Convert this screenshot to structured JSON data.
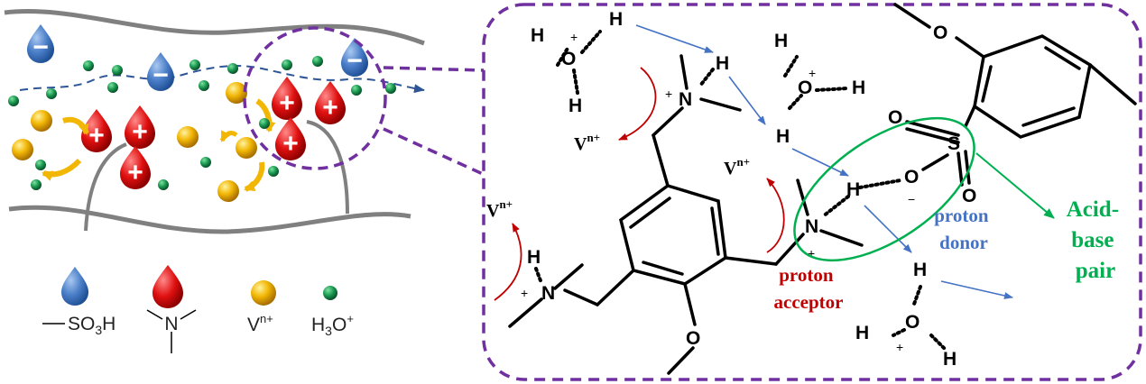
{
  "colors": {
    "sulfonic": "#4472c4",
    "ammonium": "#e00000",
    "vanadium": "#f0b400",
    "hydronium": "#1a9850",
    "flow_arrow": "#4472c4",
    "highlight": "#7030a0",
    "acid_base": "#00b050",
    "acceptor": "#c00000"
  },
  "channel": {
    "minus_sign": "−",
    "plus_sign": "+"
  },
  "legend": {
    "sulfonic_acid_label": "SO",
    "sulfonic_acid_sub": "3",
    "sulfonic_acid_tail": "H",
    "ammonium_label": "N",
    "vanadium_label": "V",
    "vanadium_sup": "n+",
    "hydronium_label": "H",
    "hydronium_sub": "3",
    "hydronium_tail": "O",
    "hydronium_sup": "+"
  },
  "molecule": {
    "hydrogen": "H",
    "oxygen": "O",
    "nitrogen": "N",
    "sulfur": "S",
    "plus": "+",
    "minus": "−",
    "vanadium_ion": "V",
    "vanadium_ion_sup": "n+"
  },
  "labels": {
    "proton_acceptor_1": "proton",
    "proton_acceptor_2": "acceptor",
    "proton_donor_1": "proton",
    "proton_donor_2": "donor",
    "acid_base_1": "Acid-",
    "acid_base_2": "base",
    "acid_base_3": "pair"
  }
}
